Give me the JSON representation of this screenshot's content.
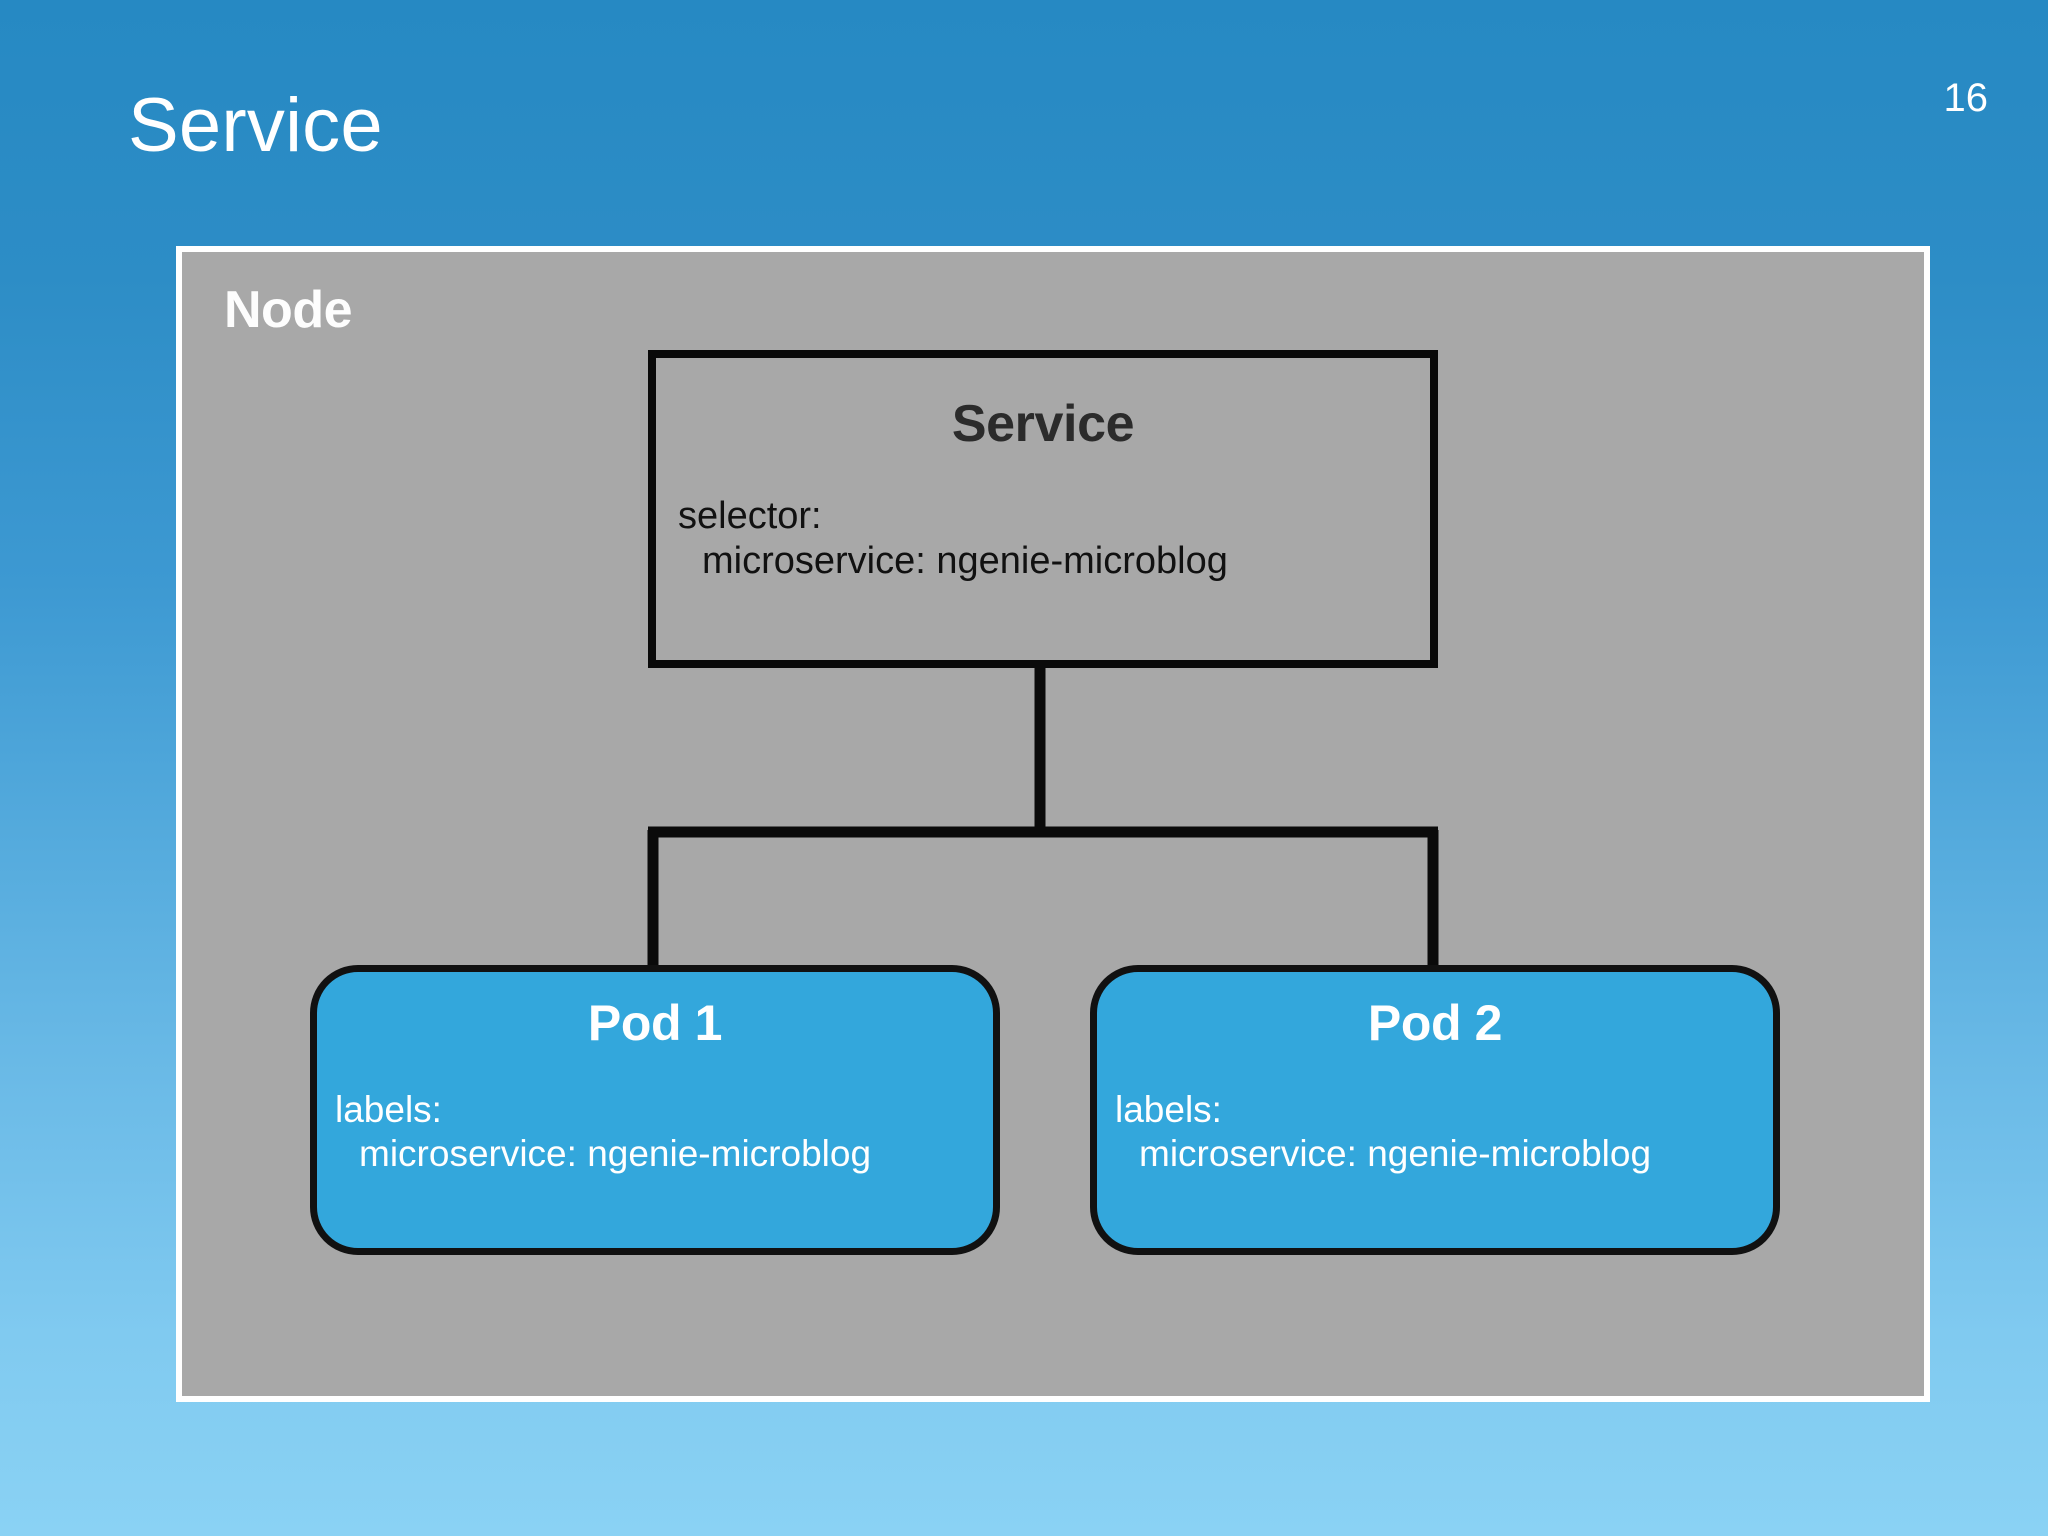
{
  "slide": {
    "title": "Service",
    "number": "16",
    "background_top_color": "#2689c3",
    "background_bottom_color": "#8ad2f4"
  },
  "node": {
    "label": "Node",
    "fill_color": "#a8a8a8",
    "border_color": "#ffffff"
  },
  "service": {
    "title": "Service",
    "key": "selector:",
    "value": "microservice: ngenie-microblog",
    "fill_color": "#a8a8a8",
    "border_color": "#0a0a0a",
    "text_color": "#2b2b2b"
  },
  "pods": [
    {
      "title": "Pod 1",
      "key": "labels:",
      "value": "microservice: ngenie-microblog",
      "fill_color": "#33a7dc",
      "border_color": "#111111",
      "text_color": "#ffffff"
    },
    {
      "title": "Pod 2",
      "key": "labels:",
      "value": "microservice: ngenie-microblog",
      "fill_color": "#33a7dc",
      "border_color": "#111111",
      "text_color": "#ffffff"
    }
  ],
  "connectors": {
    "color": "#0a0a0a",
    "description": "Service connects down to Pod 1 and Pod 2 via an orthogonal tree connector"
  }
}
